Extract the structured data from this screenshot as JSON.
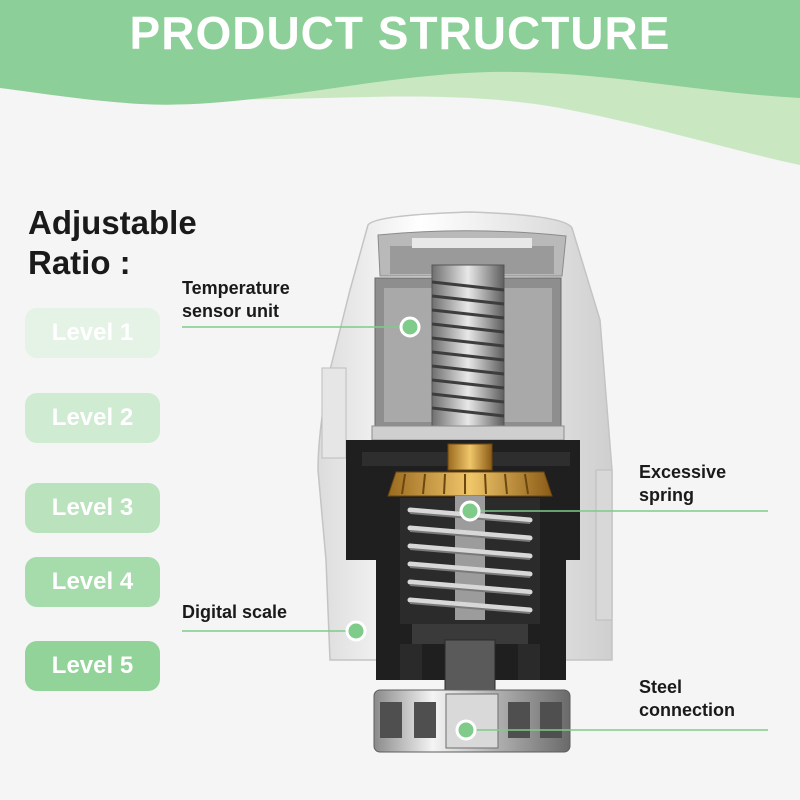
{
  "header": {
    "title": "PRODUCT STRUCTURE",
    "colors": {
      "band": "#8dcf98",
      "band_light": "#c6e7c3",
      "background": "#f4f5f4"
    }
  },
  "ratio": {
    "heading_line1": "Adjustable",
    "heading_line2": "Ratio :",
    "levels": [
      {
        "label": "Level 1",
        "color": "#e4f3e5"
      },
      {
        "label": "Level 2",
        "color": "#cfebd2"
      },
      {
        "label": "Level 3",
        "color": "#b9e2bd"
      },
      {
        "label": "Level 4",
        "color": "#a6dbab"
      },
      {
        "label": "Level 5",
        "color": "#91d398"
      }
    ]
  },
  "callouts": {
    "temperature_sensor": {
      "line1": "Temperature",
      "line2": "sensor unit"
    },
    "spring": {
      "line1": "Excessive",
      "line2": "spring"
    },
    "digital_scale": {
      "line1": "Digital scale"
    },
    "steel_connection": {
      "line1": "Steel",
      "line2": "connection"
    },
    "marker_color": "#7fcb8a"
  }
}
